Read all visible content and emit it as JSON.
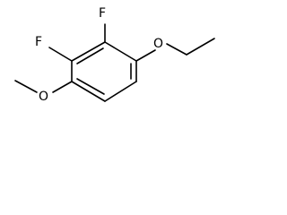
{
  "structure": {
    "atoms": {
      "fluorine_top": "F",
      "fluorine_left": "F",
      "oxygen_ethoxy": "O",
      "oxygen_methoxy": "O"
    }
  }
}
